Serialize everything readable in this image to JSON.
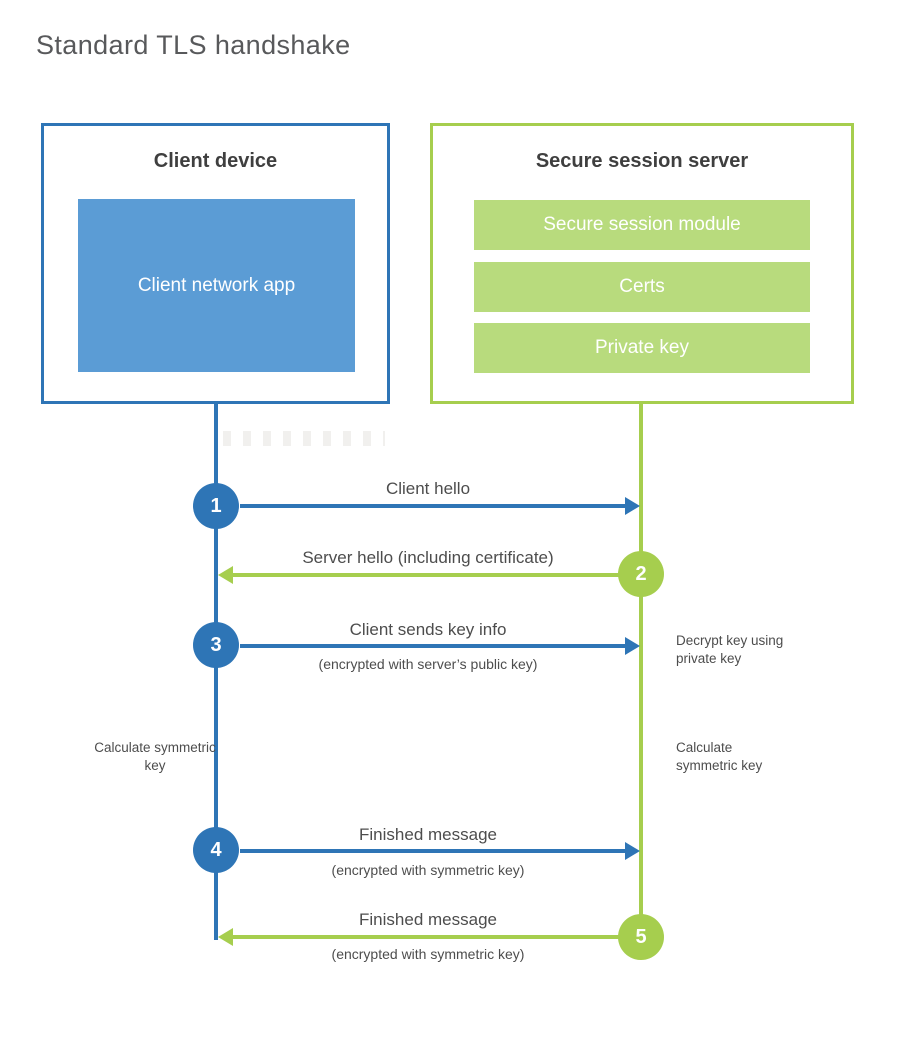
{
  "title": "Standard TLS handshake",
  "client": {
    "title": "Client device",
    "app_label": "Client network app"
  },
  "server": {
    "title": "Secure session server",
    "modules": [
      "Secure session module",
      "Certs",
      "Private key"
    ]
  },
  "steps": [
    {
      "number": "1",
      "label": "Client hello",
      "sublabel": "",
      "direction": "client-to-server"
    },
    {
      "number": "2",
      "label": "Server hello (including certificate)",
      "sublabel": "",
      "direction": "server-to-client"
    },
    {
      "number": "3",
      "label": "Client sends key info",
      "sublabel": "(encrypted with server’s public key)",
      "direction": "client-to-server"
    },
    {
      "number": "4",
      "label": "Finished message",
      "sublabel": "(encrypted with symmetric key)",
      "direction": "client-to-server"
    },
    {
      "number": "5",
      "label": "Finished message",
      "sublabel": "(encrypted with symmetric key)",
      "direction": "server-to-client"
    }
  ],
  "annotations": {
    "decrypt": "Decrypt key using private key",
    "calculate_left": "Calculate symmetric key",
    "calculate_right": "Calculate symmetric key"
  },
  "colors": {
    "client_accent": "#2e75b6",
    "client_fill": "#5b9cd5",
    "server_accent": "#a6ce4e",
    "server_fill": "#b8db7d",
    "heading_text": "#3f3f3f",
    "label_text": "#4d4d4d",
    "title_text": "#58595b"
  }
}
